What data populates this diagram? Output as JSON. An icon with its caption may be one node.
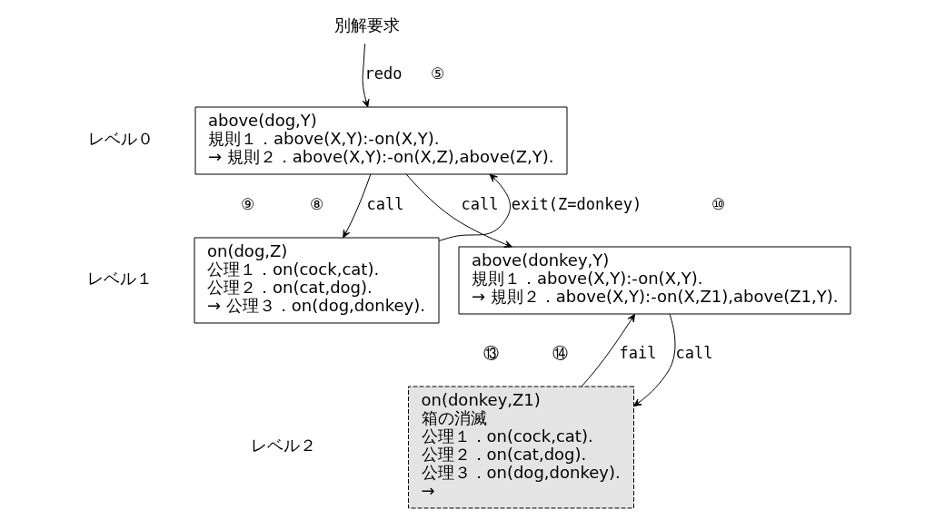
{
  "diagram": {
    "nodes": [
      {
        "text": [
          "別解要求"
        ]
      },
      {
        "text": [
          "above(dog,Y)",
          "規則１．above(X,Y):-on(X,Y).",
          "→ 規則２．above(X,Y):-on(X,Z),above(Z,Y)."
        ]
      },
      {
        "text": [
          "on(dog,Z)",
          "公理１．on(cock,cat).",
          "公理２．on(cat,dog).",
          "→ 公理３．on(dog,donkey)."
        ]
      },
      {
        "text": [
          "above(donkey,Y)",
          "規則１．above(X,Y):-on(X,Y).",
          "→ 規則２．above(X,Y):-on(X,Z1),above(Z1,Y)."
        ]
      },
      {
        "text": [
          "on(donkey,Z1)",
          "箱の消滅",
          "公理１．on(cock,cat).",
          "公理２．on(cat,dog).",
          "公理３．on(dog,donkey).",
          "→"
        ]
      }
    ],
    "edges": [
      {
        "from": 0,
        "to": 1,
        "arrow": "to",
        "label": "redo"
      },
      {
        "from": 1,
        "to": 2,
        "arrow": "to",
        "label": "call"
      },
      {
        "from": 2,
        "to": 1,
        "arrow": "to",
        "label": "exit(Z=donkey)"
      },
      {
        "from": 1,
        "to": 3,
        "arrow": "to",
        "label": "call"
      },
      {
        "from": 3,
        "to": 4,
        "arrow": "to",
        "label": "call"
      },
      {
        "from": 4,
        "to": 3,
        "arrow": "to",
        "label": "fail"
      }
    ],
    "labels": [
      "レベル０",
      "レベル１",
      "レベル２",
      "⑤",
      "⑧",
      "⑨",
      "⑩",
      "⑬",
      "⑭"
    ]
  }
}
